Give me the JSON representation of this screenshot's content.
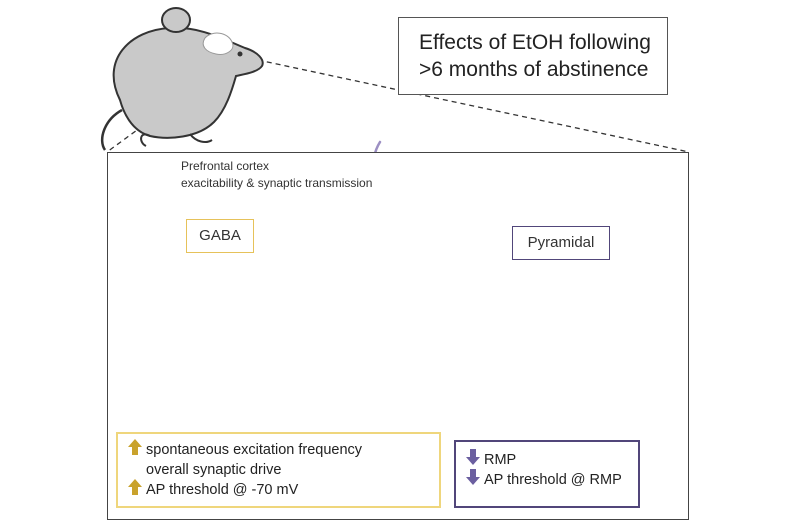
{
  "title": {
    "line1": "Effects of EtOH following",
    "line2": ">6 months of abstinence"
  },
  "panel": {
    "label_line1": "Prefrontal cortex",
    "label_line2": "exacitability & synaptic transmission"
  },
  "gaba": {
    "label": "GABA",
    "color": "#f2bd3c",
    "effects": [
      {
        "direction": "up",
        "text": "spontaneous excitation frequency"
      },
      {
        "direction": "none",
        "text": "overall synaptic drive"
      },
      {
        "direction": "up",
        "text": "AP threshold @ -70 mV"
      }
    ]
  },
  "pyramidal": {
    "label": "Pyramidal",
    "color": "#7a6aa8",
    "effects": [
      {
        "direction": "down",
        "text": "RMP"
      },
      {
        "direction": "down",
        "text": "AP threshold @ RMP"
      }
    ]
  },
  "colors": {
    "mouse": "#c9c9c9",
    "border": "#444444",
    "up_arrow": "#c9a22c",
    "down_arrow": "#6b5fa0"
  }
}
